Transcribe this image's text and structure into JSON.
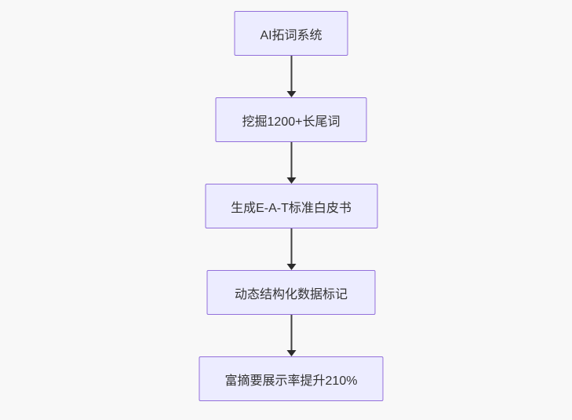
{
  "page": {
    "background_color": "#f8f8f8"
  },
  "chart_data": {
    "type": "flowchart",
    "orientation": "top-down",
    "node_fill": "#ECECFF",
    "node_border_color": "#9370DB",
    "text_color": "#333333",
    "arrow_color": "#333333",
    "nodes": [
      {
        "id": 1,
        "label": "AI拓词系统"
      },
      {
        "id": 2,
        "label": "挖掘1200+长尾词"
      },
      {
        "id": 3,
        "label": "生成E-A-T标准白皮书"
      },
      {
        "id": 4,
        "label": "动态结构化数据标记"
      },
      {
        "id": 5,
        "label": "富摘要展示率提升210%"
      }
    ],
    "edges": [
      {
        "from": 1,
        "to": 2
      },
      {
        "from": 2,
        "to": 3
      },
      {
        "from": 3,
        "to": 4
      },
      {
        "from": 4,
        "to": 5
      }
    ]
  },
  "flowchart": {
    "nodes": [
      {
        "label": "AI拓词系统"
      },
      {
        "label": "挖掘1200+长尾词"
      },
      {
        "label": "生成E-A-T标准白皮书"
      },
      {
        "label": "动态结构化数据标记"
      },
      {
        "label": "富摘要展示率提升210%"
      }
    ]
  }
}
